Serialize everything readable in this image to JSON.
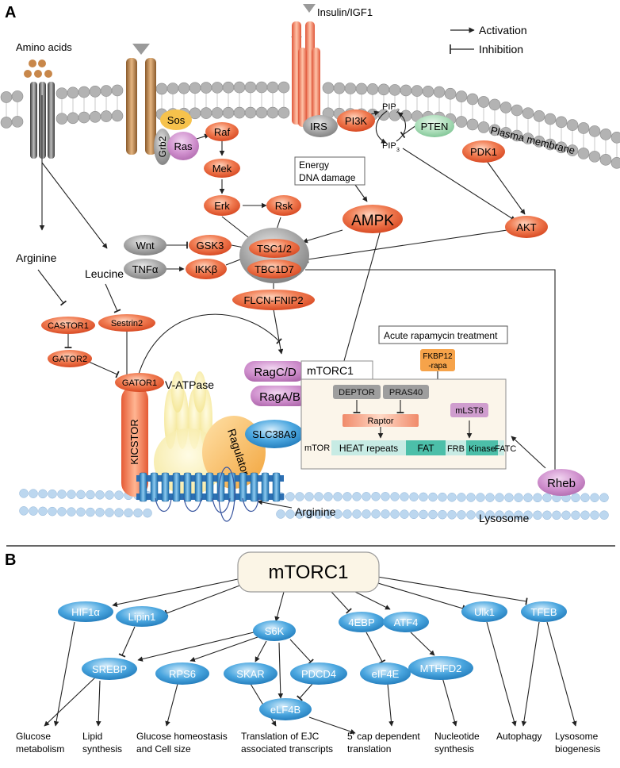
{
  "panels": {
    "a": "A",
    "b": "B"
  },
  "legend": {
    "activation": "Activation",
    "inhibition": "Inhibition"
  },
  "colors": {
    "orange": "#e8512a",
    "gray": "#8c8c8c",
    "purple": "#c77fc6",
    "green": "#8ccfa0",
    "blue": "#2d8fd0",
    "membrane": "#b3b3b3",
    "lysosome": "#bcd7ef"
  },
  "panel_a": {
    "ligands": {
      "amino_acids": "Amino acids",
      "insulin": "Insulin/IGF1"
    },
    "membranes": {
      "plasma": "Plasma membrane",
      "lysosome": "Lysosome"
    },
    "nodes": {
      "sos": "Sos",
      "grb2": "Grb2",
      "ras": "Ras",
      "raf": "Raf",
      "mek": "Mek",
      "erk": "Erk",
      "rsk": "Rsk",
      "irs": "IRS",
      "pi3k": "PI3K",
      "pten": "PTEN",
      "pdk1": "PDK1",
      "akt": "AKT",
      "ampk": "AMPK",
      "wnt": "Wnt",
      "gsk3": "GSK3",
      "tnf": "TNFα",
      "ikk": "IKKβ",
      "tsc12": "TSC1/2",
      "tbc1d7": "TBC1D7",
      "flcn": "FLCN-FNIP2",
      "castor1": "CASTOR1",
      "sestrin2": "Sestrin2",
      "gator2": "GATOR2",
      "gator1": "GATOR1",
      "kicstor": "KICSTOR",
      "vatpase": "V-ATPase",
      "ragcd": "RagC/D",
      "ragab": "RagA/B",
      "ragulator": "Ragulator",
      "slc38a9": "SLC38A9",
      "rheb": "Rheb",
      "deptor": "DEPTOR",
      "pras40": "PRAS40",
      "raptor": "Raptor",
      "mlst8": "mLST8",
      "fkbp_line1": "FKBP12",
      "fkbp_line2": "-rapa"
    },
    "pip": {
      "pip2": "PIP",
      "pip2_sub": "2",
      "pip3": "PIP",
      "pip3_sub": "3"
    },
    "labels": {
      "arginine": "Arginine",
      "leucine": "Leucine",
      "energy_line1": "Energy",
      "energy_line2": "DNA damage",
      "acute": "Acute rapamycin treatment",
      "mtorc1_box": "mTORC1",
      "arginine_lys": "Arginine"
    },
    "mtor_domains": {
      "mtor": "mTOR",
      "heat": "HEAT repeats",
      "fat": "FAT",
      "frb": "FRB",
      "kinase": "Kinase",
      "fatc": "FATC"
    }
  },
  "panel_b": {
    "center": "mTORC1",
    "targets": {
      "hif1a": "HIF1α",
      "lipin1": "Lipin1",
      "s6k": "S6K",
      "4ebp": "4EBP",
      "atf4": "ATF4",
      "ulk1": "Ulk1",
      "tfeb": "TFEB",
      "srebp": "SREBP",
      "rps6": "RPS6",
      "skar": "SKAR",
      "pdcd4": "PDCD4",
      "eif4e": "eIF4E",
      "mthfd2": "MTHFD2",
      "elf4b": "eLF4B"
    },
    "outcomes": {
      "glucose_1": "Glucose",
      "glucose_2": "metabolism",
      "lipid_1": "Lipid",
      "lipid_2": "synthesis",
      "homeo_1": "Glucose homeostasis",
      "homeo_2": "and Cell size",
      "ejc_1": "Translation of EJC",
      "ejc_2": "associated transcripts",
      "cap_1": "5' cap dependent",
      "cap_2": "translation",
      "nuc_1": "Nucleotide",
      "nuc_2": "synthesis",
      "autophagy": "Autophagy",
      "lyso_1": "Lysosome",
      "lyso_2": "biogenesis"
    }
  }
}
